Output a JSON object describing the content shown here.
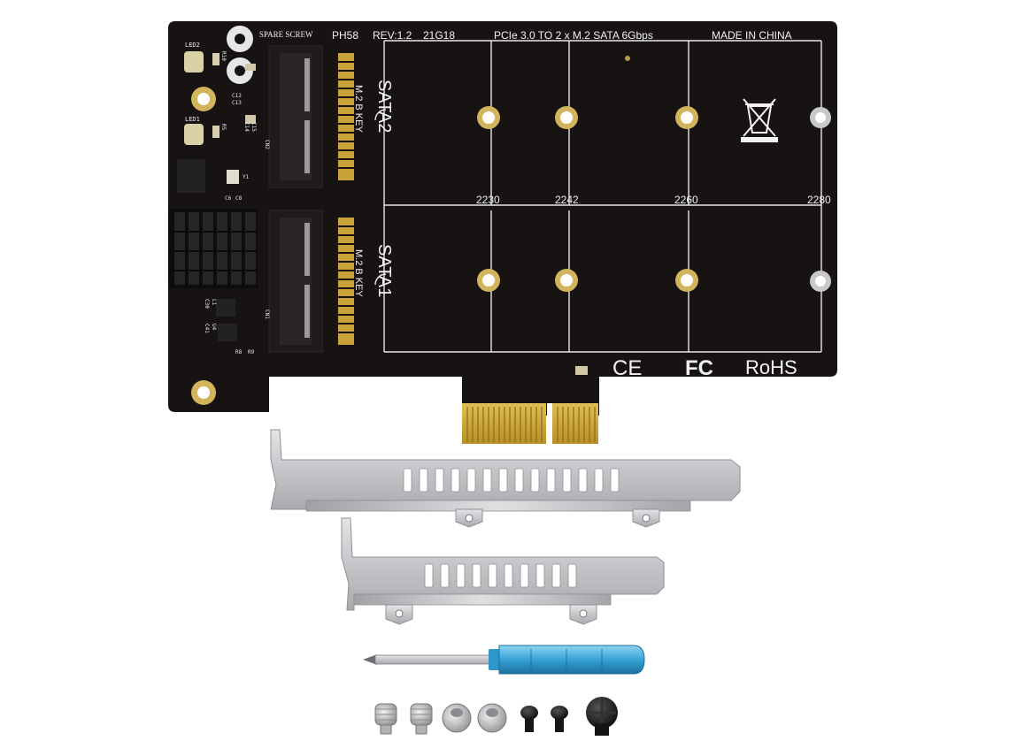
{
  "pcb": {
    "spare_screw_label": "SPARE SCREW",
    "model": "PH58",
    "revision": "REV:1.2",
    "date_code": "21G18",
    "description": "PCIe 3.0 TO 2 x M.2 SATA 6Gbps",
    "origin": "MADE IN CHINA",
    "slot_top_label": "SATA2",
    "slot_bottom_label": "SATA1",
    "key_label": "M.2 B KEY",
    "led2_label": "LED2",
    "led1_label": "LED1",
    "sizes": [
      "2230",
      "2242",
      "2260",
      "2280"
    ],
    "ce_mark": "CE",
    "fc_mark": "FC",
    "rohs_mark": "RoHS",
    "components": {
      "r10": "R10",
      "r5": "R5",
      "c12": "C12",
      "c13": "C13",
      "c14": "C14",
      "c15": "C15",
      "y1": "Y1",
      "c6": "C6",
      "c8": "C8",
      "cn2": "CN2",
      "cn1": "CN1",
      "c30": "C30",
      "l1": "L1",
      "c41": "C41",
      "u4": "U4",
      "r8": "R8",
      "r9": "R9"
    }
  },
  "colors": {
    "pcb": "#161312",
    "silkscreen": "#f2f2f2",
    "gold": "#c9a33a",
    "bracket": "#cfd0d2",
    "screwdriver_handle": "#3aa7d8",
    "background": "#ffffff"
  }
}
